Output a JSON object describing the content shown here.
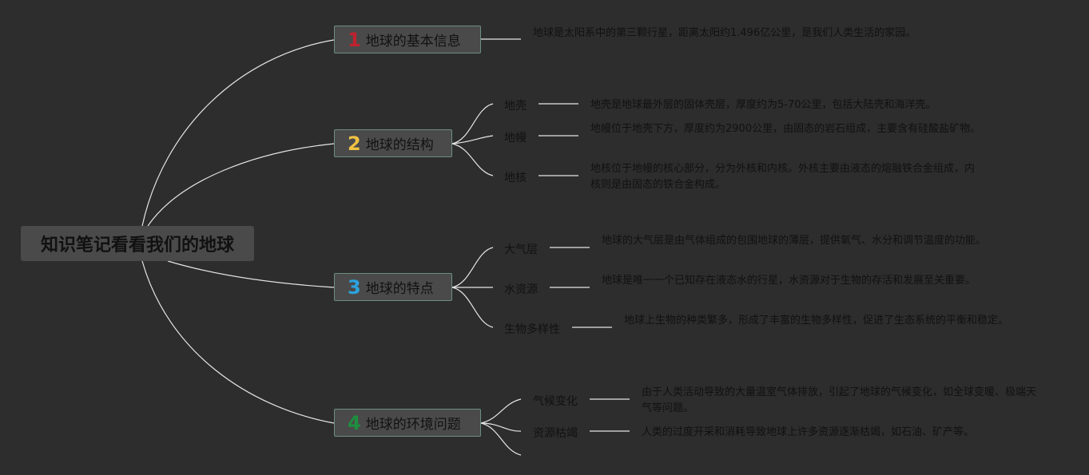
{
  "colors": {
    "background": "#2d2d2d",
    "num1": "#c0222e",
    "num2": "#f0c244",
    "num3": "#2ba3dd",
    "num4": "#1e8e3e",
    "line": "#e6e6e6"
  },
  "root": {
    "title": "知识笔记看看我们的地球"
  },
  "branches": [
    {
      "number": "1",
      "title": "地球的基本信息",
      "desc": "地球是太阳系中的第三颗行星，距离太阳约1.496亿公里，是我们人类生活的家园。"
    },
    {
      "number": "2",
      "title": "地球的结构",
      "children": [
        {
          "label": "地壳",
          "desc": "地壳是地球最外层的固体壳层，厚度约为5-70公里，包括大陆壳和海洋壳。"
        },
        {
          "label": "地幔",
          "desc": "地幔位于地壳下方，厚度约为2900公里，由固态的岩石组成，主要含有硅酸盐矿物。"
        },
        {
          "label": "地核",
          "desc": "地核位于地幔的核心部分，分为外核和内核。外核主要由液态的熔融铁合金组成，内核则是由固态的铁合金构成。"
        }
      ]
    },
    {
      "number": "3",
      "title": "地球的特点",
      "children": [
        {
          "label": "大气层",
          "desc": "地球的大气层是由气体组成的包围地球的薄层，提供氧气、水分和调节温度的功能。"
        },
        {
          "label": "水资源",
          "desc": "地球是唯一一个已知存在液态水的行星，水资源对于生物的存活和发展至关重要。"
        },
        {
          "label": "生物多样性",
          "desc": "地球上生物的种类繁多，形成了丰富的生物多样性，促进了生态系统的平衡和稳定。"
        }
      ]
    },
    {
      "number": "4",
      "title": "地球的环境问题",
      "children": [
        {
          "label": "气候变化",
          "desc": "由于人类活动导致的大量温室气体排放，引起了地球的气候变化，如全球变暖、极端天气等问题。"
        },
        {
          "label": "资源枯竭",
          "desc": "人类的过度开采和消耗导致地球上许多资源逐渐枯竭，如石油、矿产等。"
        }
      ]
    }
  ]
}
